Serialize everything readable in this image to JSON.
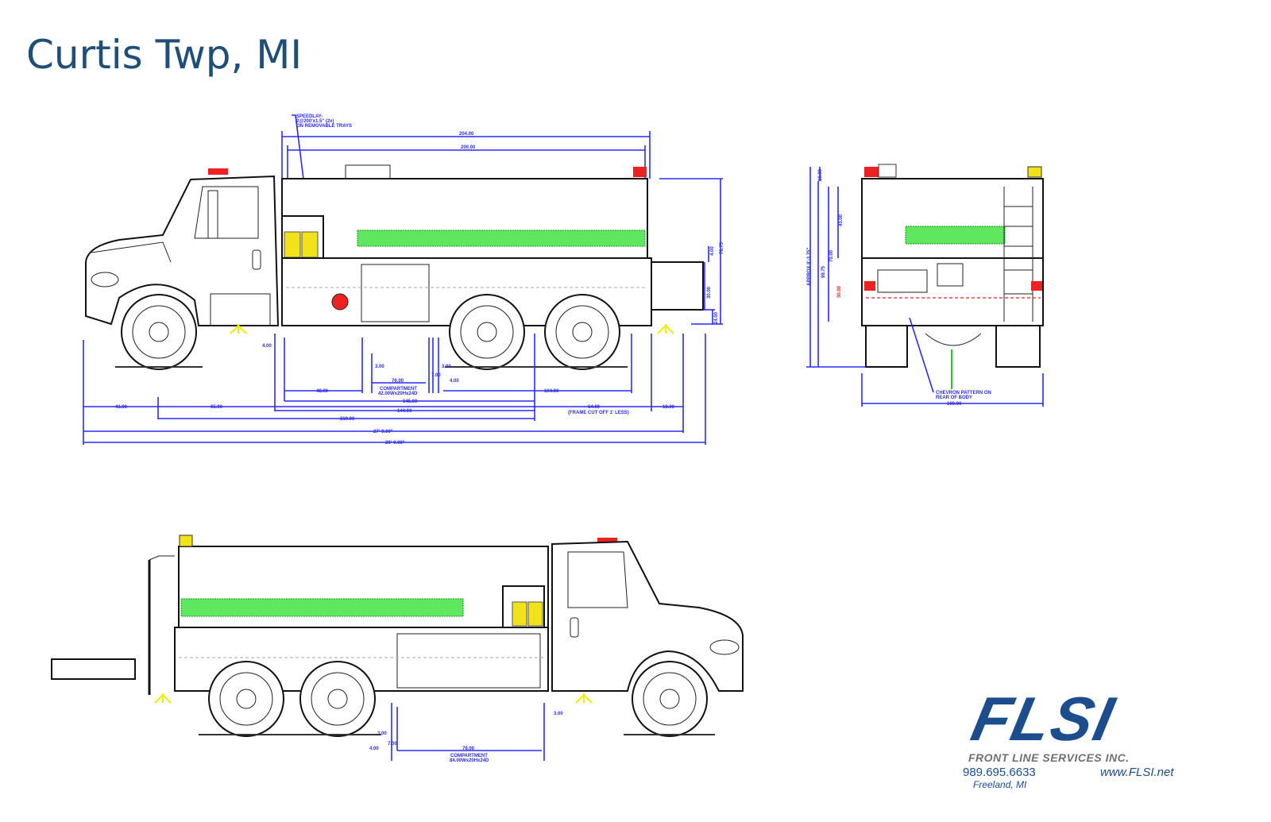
{
  "header": {
    "title": "Curtis Twp, MI"
  },
  "side_view_driver": {
    "note": [
      "SPEEDLAY-",
      "2@200'x1.5\" (2x)",
      "ON REMOVABLE TRAYS"
    ],
    "dims_top": [
      "204.00",
      "200.00"
    ],
    "dims_bottom": {
      "d1": "3.00",
      "d2": "7.00",
      "d3": "3.00",
      "d4": "4.00",
      "d5": "4.00",
      "compartment_width": "76.00",
      "compartment_label": "COMPARTMENT",
      "compartment_size": "42.00Wx20Hx24D",
      "d_48": "48.00",
      "d_104": "104.00",
      "d_145": "145.00",
      "d_144": "144.00",
      "d_41": "41.00",
      "d_65": "65.00",
      "d_219": "219.00",
      "d_64": "64.00",
      "frame_note": "(FRAME CUT OFF 1' LESS)",
      "d_18": "18.00",
      "overall1": "27'-9.00\"",
      "overall2": "29'-9.00\""
    },
    "dims_right": [
      "78.75",
      "4.00",
      "30.00",
      "24.00"
    ]
  },
  "rear_view": {
    "dims_left": [
      "APPROX 9'-3.75\"",
      "99.75",
      "70.00",
      "43.00",
      "18.00",
      "30.00"
    ],
    "dim_bottom": "100.00",
    "chevron_note": [
      "CHEVRON PATTERN ON",
      "REAR OF BODY"
    ]
  },
  "side_view_officer": {
    "dims": {
      "d1": "3.00",
      "d2": "7.00",
      "d3": "4.00",
      "d4": "3.00",
      "compartment_width": "78.00",
      "compartment_label": "COMPARTMENT",
      "compartment_size": "84.00Wx20Hx24D"
    }
  },
  "logo": {
    "brand": "FLSI",
    "company": "FRONT LINE SERVICES INC.",
    "phone": "989.695.6633",
    "website": "www.FLSI.net",
    "location": "Freeland, MI"
  },
  "colors": {
    "title": "#1f4e79",
    "dimension": "#2a2aff",
    "brand_blue": "#1c4d8c",
    "brand_grey": "#707070"
  }
}
